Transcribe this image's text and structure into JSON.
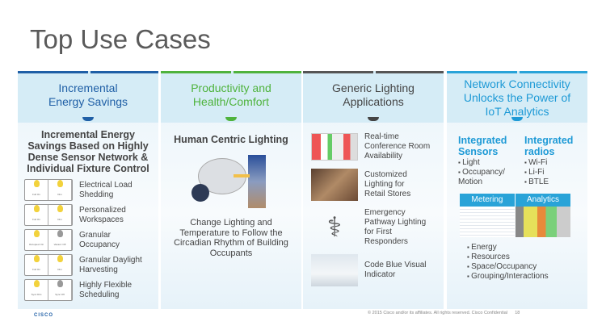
{
  "title": "Top Use Cases",
  "colors": {
    "blue": "#1f5fa6",
    "green": "#4fb33d",
    "gray": "#555555",
    "cyan": "#1e9ad6"
  },
  "columns": [
    {
      "header": [
        "Incremental",
        "Energy Savings"
      ],
      "subtitle": "Incremental Energy Savings Based on Highly Dense Sensor Network & Individual Fixture Control",
      "items": [
        {
          "label": "Electrical Load Shedding",
          "icons": [
            "Full On",
            "Dim"
          ]
        },
        {
          "label": "Personalized Workspaces",
          "icons": [
            "Full On",
            "Dim"
          ]
        },
        {
          "label": "Granular Occupancy",
          "icons": [
            "Occupied: On",
            "Vacant: Off"
          ]
        },
        {
          "label": "Granular Daylight Harvesting",
          "icons": [
            "Full On",
            "Dim"
          ]
        },
        {
          "label": "Highly Flexible Scheduling",
          "icons": [
            "Sync Dim",
            "Sync Off"
          ]
        }
      ]
    },
    {
      "header": [
        "Productivity and",
        "Health/Comfort"
      ],
      "subtitle": "Human Centric Lighting",
      "caption": "Change Lighting and Temperature to Follow the Circadian Rhythm of Building Occupants"
    },
    {
      "header": [
        "Generic Lighting",
        "Applications"
      ],
      "items": [
        {
          "label": "Real-time Conference Room Availability",
          "icon": "floorplan-image"
        },
        {
          "label": "Customized Lighting for Retail Stores",
          "icon": "retail-photo"
        },
        {
          "label": "Emergency Pathway Lighting for First Responders",
          "icon": "caduceus-icon"
        },
        {
          "label": "Code Blue Visual Indicator",
          "icon": "hospital-photo"
        }
      ]
    },
    {
      "header": [
        "Network Connectivity",
        "Unlocks the Power of",
        "IoT Analytics"
      ],
      "sensors": {
        "title": "Integrated Sensors",
        "items": [
          "Light",
          "Occupancy/ Motion"
        ]
      },
      "radios": {
        "title": "Integrated radios",
        "items": [
          "Wi-Fi",
          "Li-Fi",
          "BTLE"
        ]
      },
      "tabs": [
        "Metering",
        "Analytics"
      ],
      "analytics": [
        "Energy",
        "Resources",
        "Space/Occupancy",
        "Grouping/Interactions"
      ]
    }
  ],
  "footer": {
    "logo": "CISCO",
    "copyright": "© 2015  Cisco and/or its affiliates. All rights reserved.   Cisco Confidential",
    "page": "18"
  }
}
